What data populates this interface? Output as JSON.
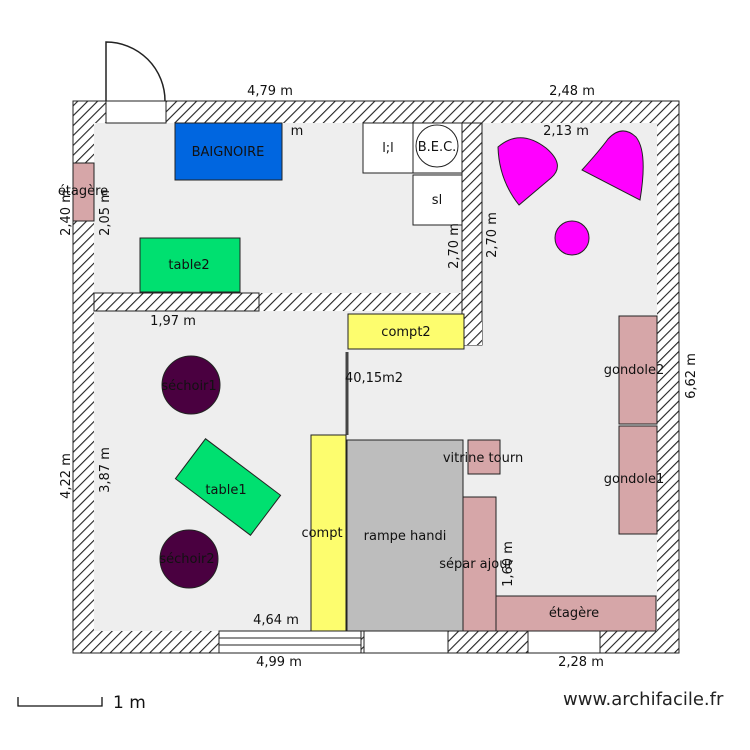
{
  "dimensions": {
    "top_left": "4,79 m",
    "top_right": "2,48 m",
    "top_right_inner": "2,13 m",
    "bath_m": "m",
    "wall_left_outer": "2,40 m",
    "wall_left_inner": "2,05 m",
    "partition_width": "1,97 m",
    "mid_wall_a": "2,70 m",
    "mid_wall_b": "2,70 m",
    "right_wall": "6,62 m",
    "left_lower_outer": "4,22 m",
    "left_lower_inner": "3,87 m",
    "bottom_inner": "4,64 m",
    "bottom_left": "4,99 m",
    "bottom_right": "2,28 m",
    "separator": "1,60 m",
    "area": "40,15m2"
  },
  "rooms_items": {
    "baignoire": "BAIGNOIRE",
    "ll": "l;l",
    "bec": "B.E.C.",
    "sl": "sl",
    "etagere_left": "étagère",
    "table2": "table2",
    "compt2": "compt2",
    "sechoir1": "séchoir1",
    "sechoir2": "séchoir2",
    "table1": "table1",
    "compt": "compt",
    "rampe": "rampe handi",
    "vitrine": "vitrine tourn",
    "separ": "sépar ajour",
    "etagere_bottom": "étagère",
    "gondole2": "gondole2",
    "gondole1": "gondole1"
  },
  "colors": {
    "floor": "#eeeeee",
    "bath_blue": "#0066e0",
    "table_green": "#00e070",
    "counter_yellow": "#fdfd6e",
    "ramp_gray": "#bdbdbd",
    "furniture_pink": "#d6a6a8",
    "dryer_purple": "#4a0040",
    "magenta": "#ff00ff"
  },
  "scale": {
    "label": "1 m"
  },
  "brand": "www.archifacile.fr"
}
